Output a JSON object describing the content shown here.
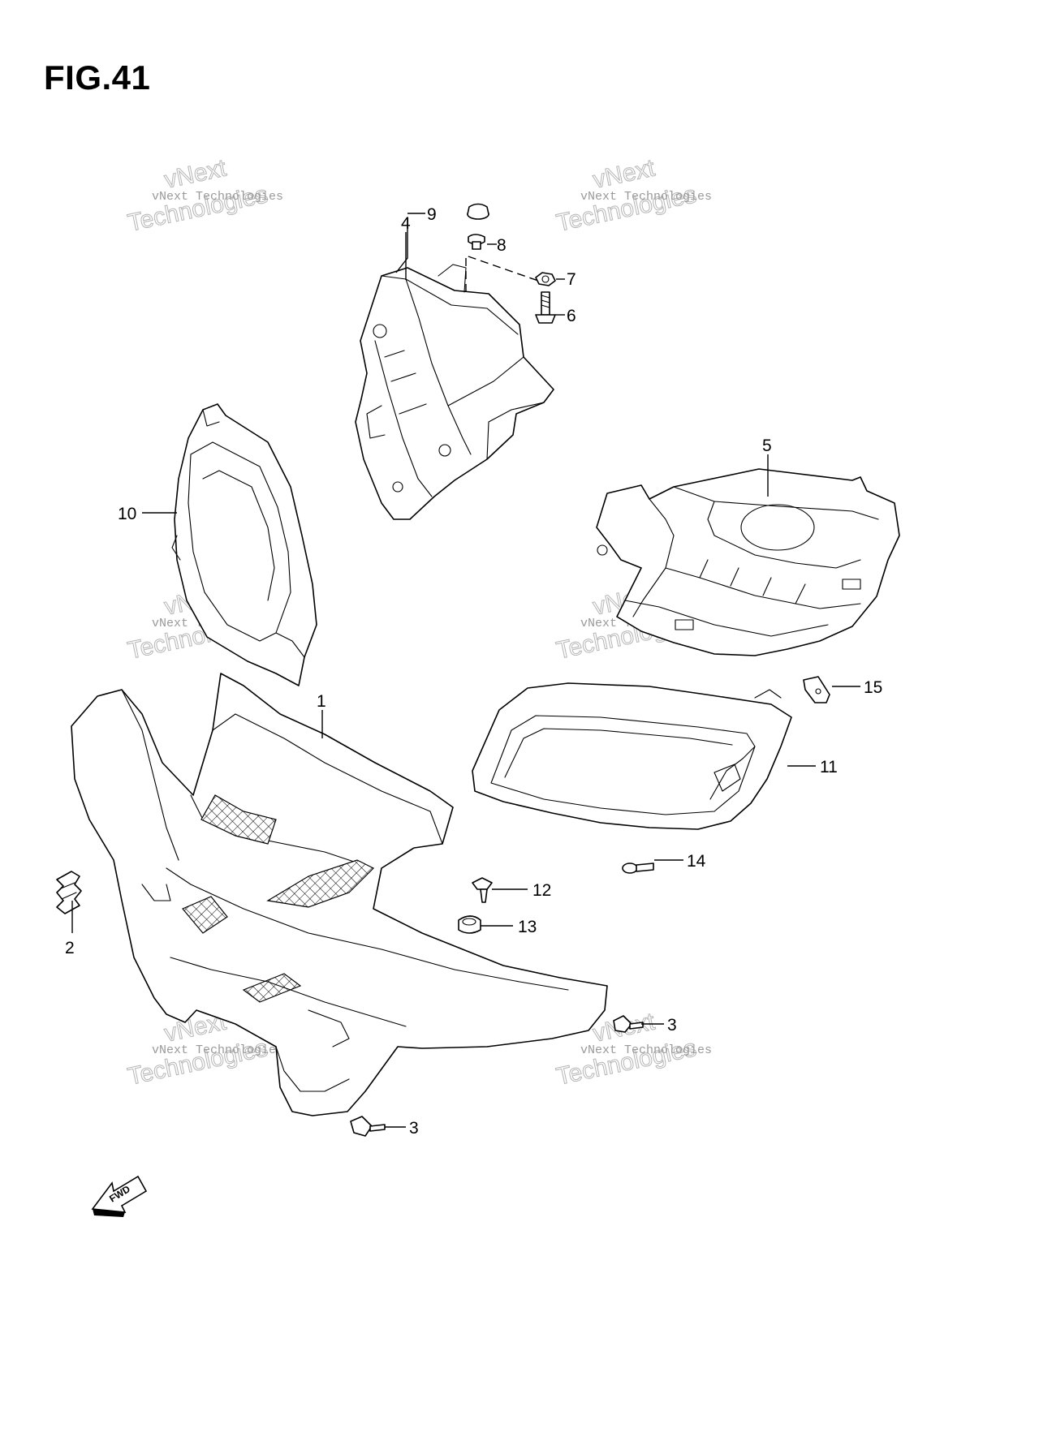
{
  "figure": {
    "title": "FIG.41"
  },
  "watermark": {
    "line1": "vNext Technologies",
    "line2": "Technologies",
    "brand": "vNext"
  },
  "fwd_label": "FWD",
  "callouts": [
    {
      "id": "c1",
      "label": "1"
    },
    {
      "id": "c2",
      "label": "2"
    },
    {
      "id": "c3a",
      "label": "3"
    },
    {
      "id": "c3b",
      "label": "3"
    },
    {
      "id": "c4",
      "label": "4"
    },
    {
      "id": "c5",
      "label": "5"
    },
    {
      "id": "c6",
      "label": "6"
    },
    {
      "id": "c7",
      "label": "7"
    },
    {
      "id": "c8",
      "label": "8"
    },
    {
      "id": "c9",
      "label": "9"
    },
    {
      "id": "c10",
      "label": "10"
    },
    {
      "id": "c11",
      "label": "11"
    },
    {
      "id": "c12",
      "label": "12"
    },
    {
      "id": "c13",
      "label": "13"
    },
    {
      "id": "c14",
      "label": "14"
    },
    {
      "id": "c15",
      "label": "15"
    }
  ]
}
